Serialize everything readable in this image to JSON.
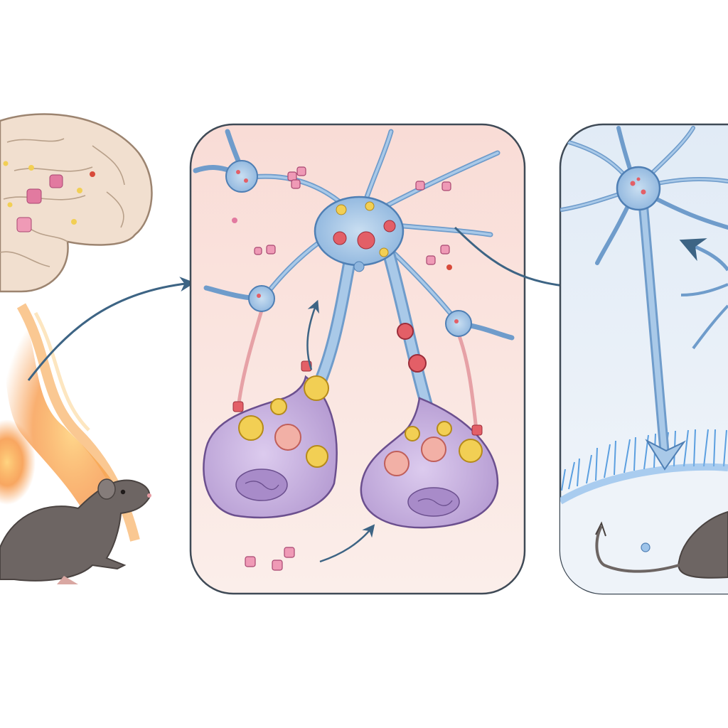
{
  "figure": {
    "panels": [
      {
        "id": "brain-and-rat",
        "label": ""
      },
      {
        "id": "synapse-detail",
        "label": ""
      },
      {
        "id": "neuron-recovery",
        "label": ""
      }
    ],
    "colors": {
      "background": "#ffffff",
      "brain_fill": "#f1dfcf",
      "brain_outline": "#9c8470",
      "heat_glow": "#f6892c",
      "panel2_bg": "#f8e2dc",
      "panel3_bg": "#e6eef7",
      "neuron_blue": "#a9c9e8",
      "neuron_outline": "#4f7fb4",
      "terminal_purple": "#c9b3dd",
      "vesicle_yellow": "#f2cf54",
      "vesicle_pink": "#f2b0a6",
      "molecule_pink": "#e27aa0",
      "rat_fur": "#6d6563",
      "arrow": "#3d6484",
      "grass_blue": "#5b9fe0"
    },
    "icons": [
      "brain-icon",
      "rat-icon",
      "neuron-icon",
      "synapse-terminal-icon",
      "vesicle-icon",
      "molecule-icon",
      "flow-arrow-icon"
    ]
  }
}
